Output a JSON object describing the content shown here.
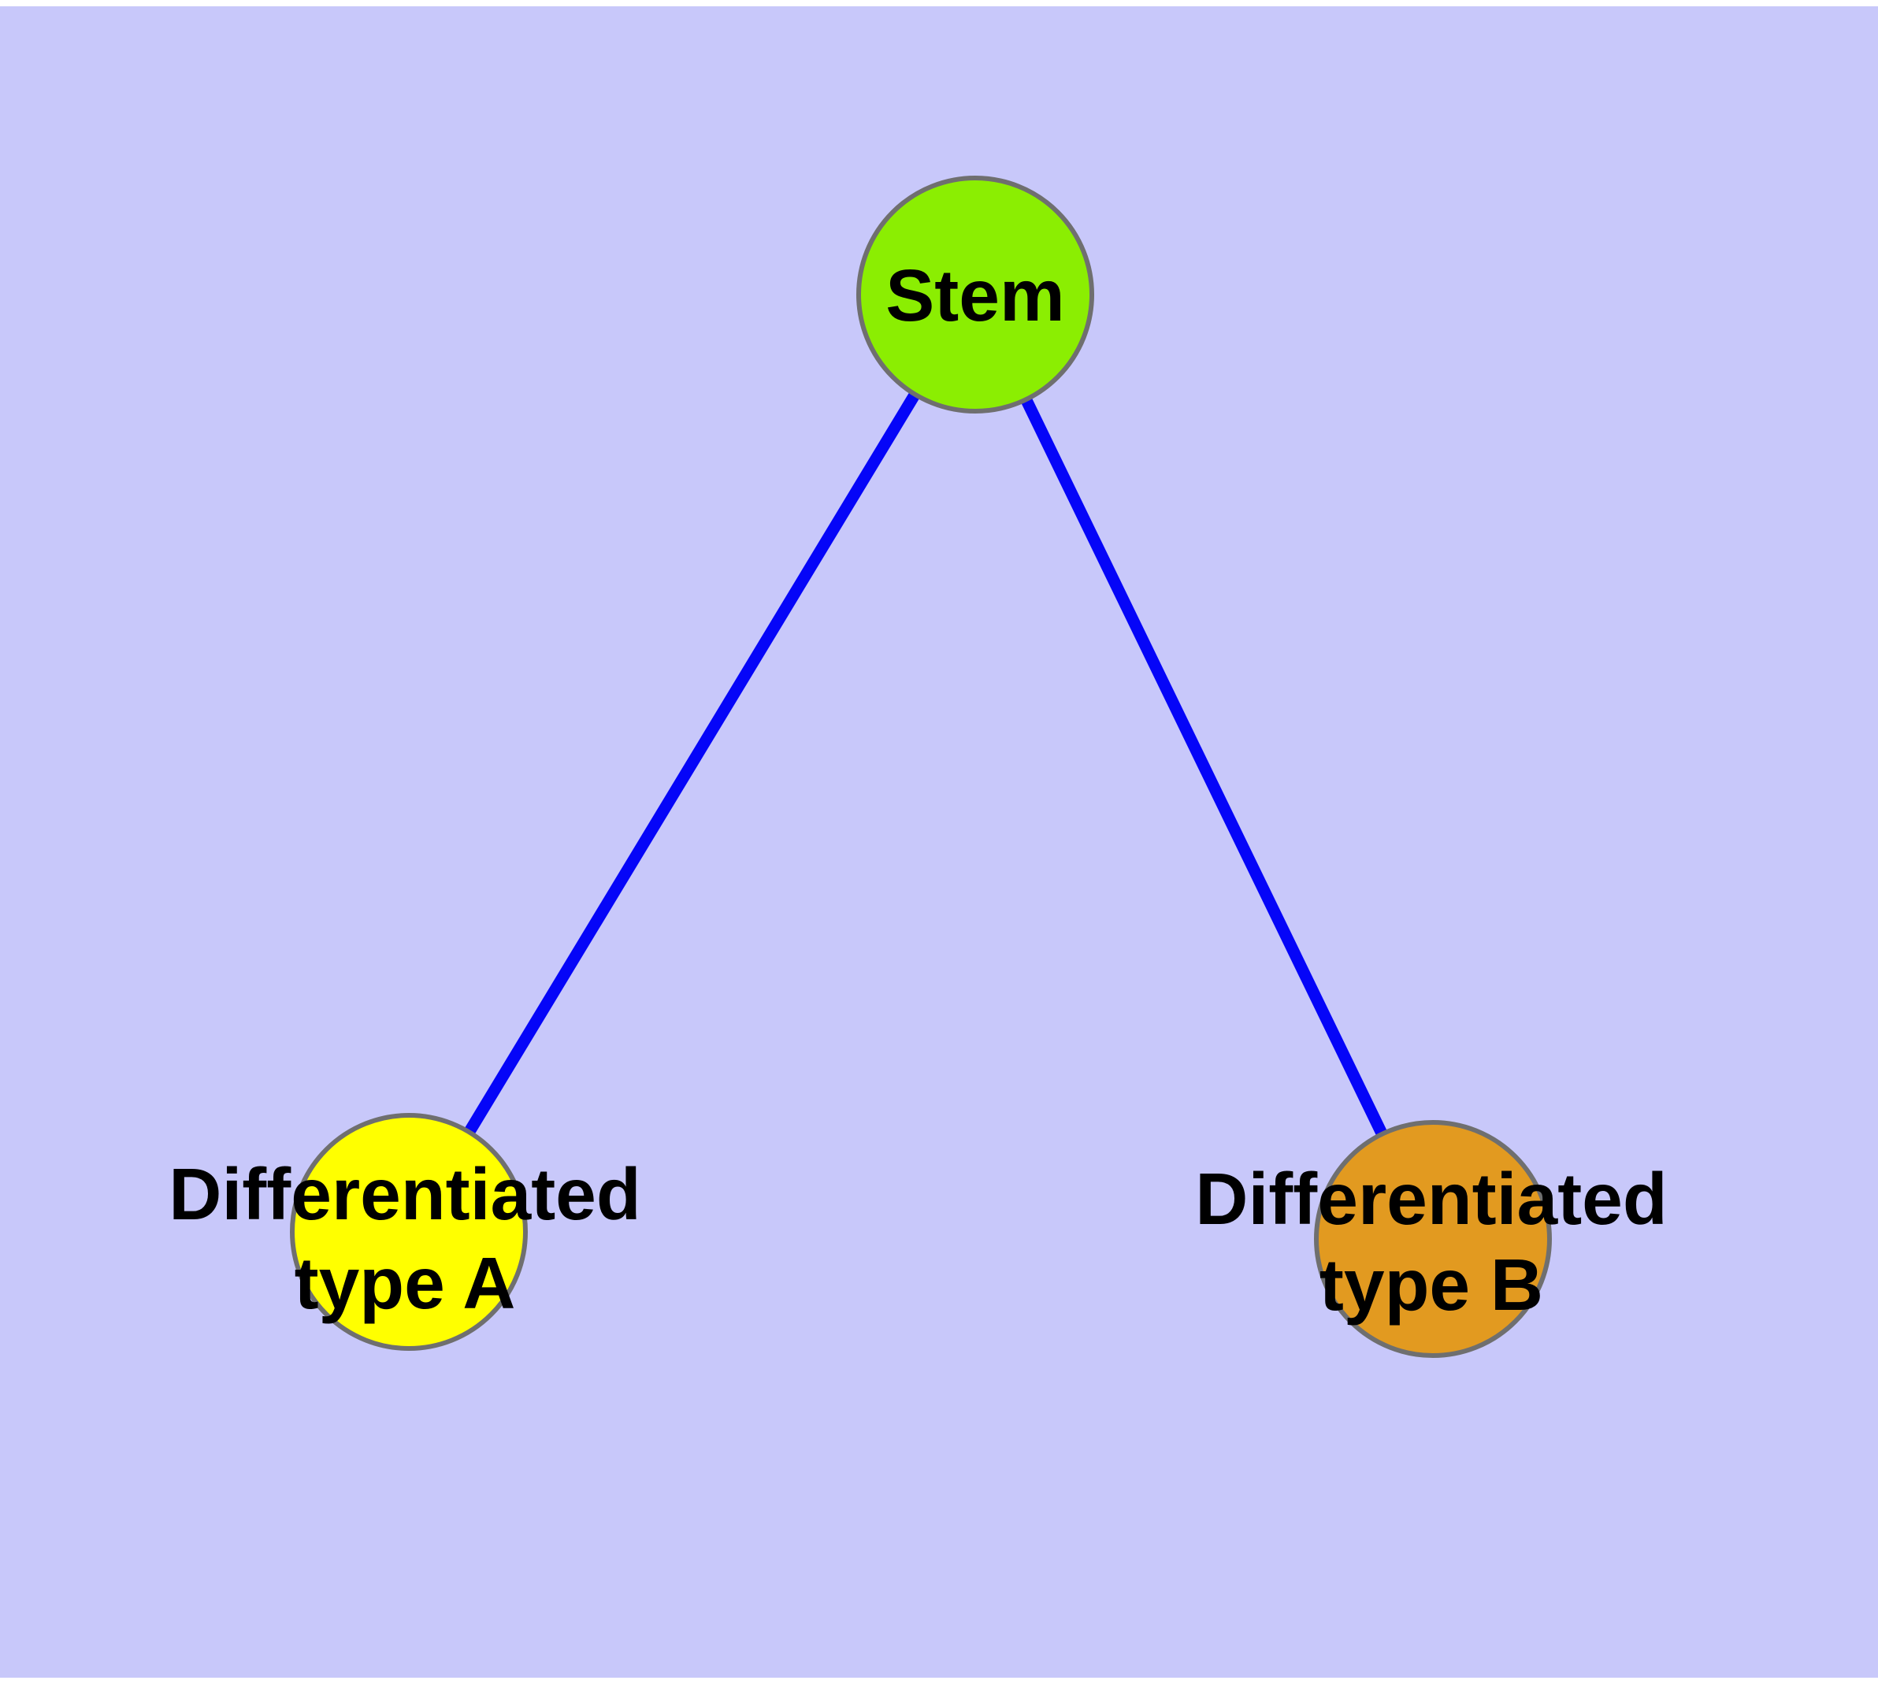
{
  "diagram": {
    "type": "graph",
    "description_of_content": "Undirected tree: Stem node branches into Differentiated type A and Differentiated type B",
    "background_color": "#C8C8FA",
    "page_color": "#FFFFFF",
    "text_color": "#000000",
    "node_border_color": "#6F6F6F",
    "edge_color": "#0505F8"
  },
  "nodes": {
    "stem": {
      "label": "Stem",
      "fill": "#8BEE02",
      "border": "#6F6F6F",
      "shape": "circle"
    },
    "differentiated_a": {
      "label_line1": "Differentiated",
      "label_line2": "type A",
      "fill": "#FFFF00",
      "border": "#6F6F6F",
      "shape": "circle"
    },
    "differentiated_b": {
      "label_line1": "Differentiated",
      "label_line2": "type B",
      "fill": "#E29A20",
      "border": "#6F6F6F",
      "shape": "circle"
    }
  },
  "edges": {
    "color": "#0505F8",
    "list": [
      {
        "from": "Stem",
        "to": "Differentiated type A"
      },
      {
        "from": "Stem",
        "to": "Differentiated type B"
      }
    ]
  }
}
